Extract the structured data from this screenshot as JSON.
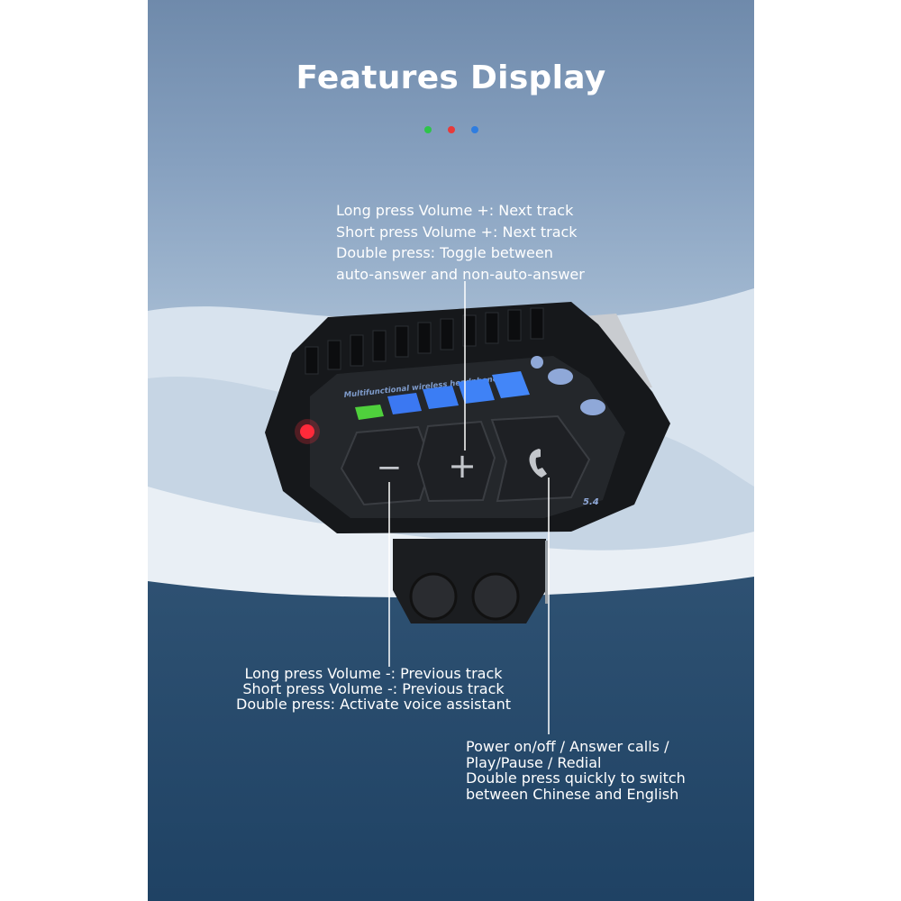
{
  "title": "Features Display",
  "dot_colors": [
    "#2ec44a",
    "#e83a3a",
    "#2f7de0"
  ],
  "device": {
    "brand_text": "Multifunctional wireless headphones",
    "version": "5.4",
    "buttons": {
      "minus": "−",
      "plus": "+"
    }
  },
  "annotations": {
    "volume_plus": [
      "Long press Volume +: Next track",
      "Short press Volume +: Next track",
      "Double press: Toggle between",
      "auto-answer and non-auto-answer"
    ],
    "volume_minus": [
      "Long press Volume -: Previous track",
      "Short press Volume -: Previous track",
      "Double press: Activate voice assistant"
    ],
    "power": [
      "Power on/off / Answer calls /",
      "Play/Pause / Redial",
      "Double press quickly to switch",
      "between Chinese and English"
    ]
  }
}
